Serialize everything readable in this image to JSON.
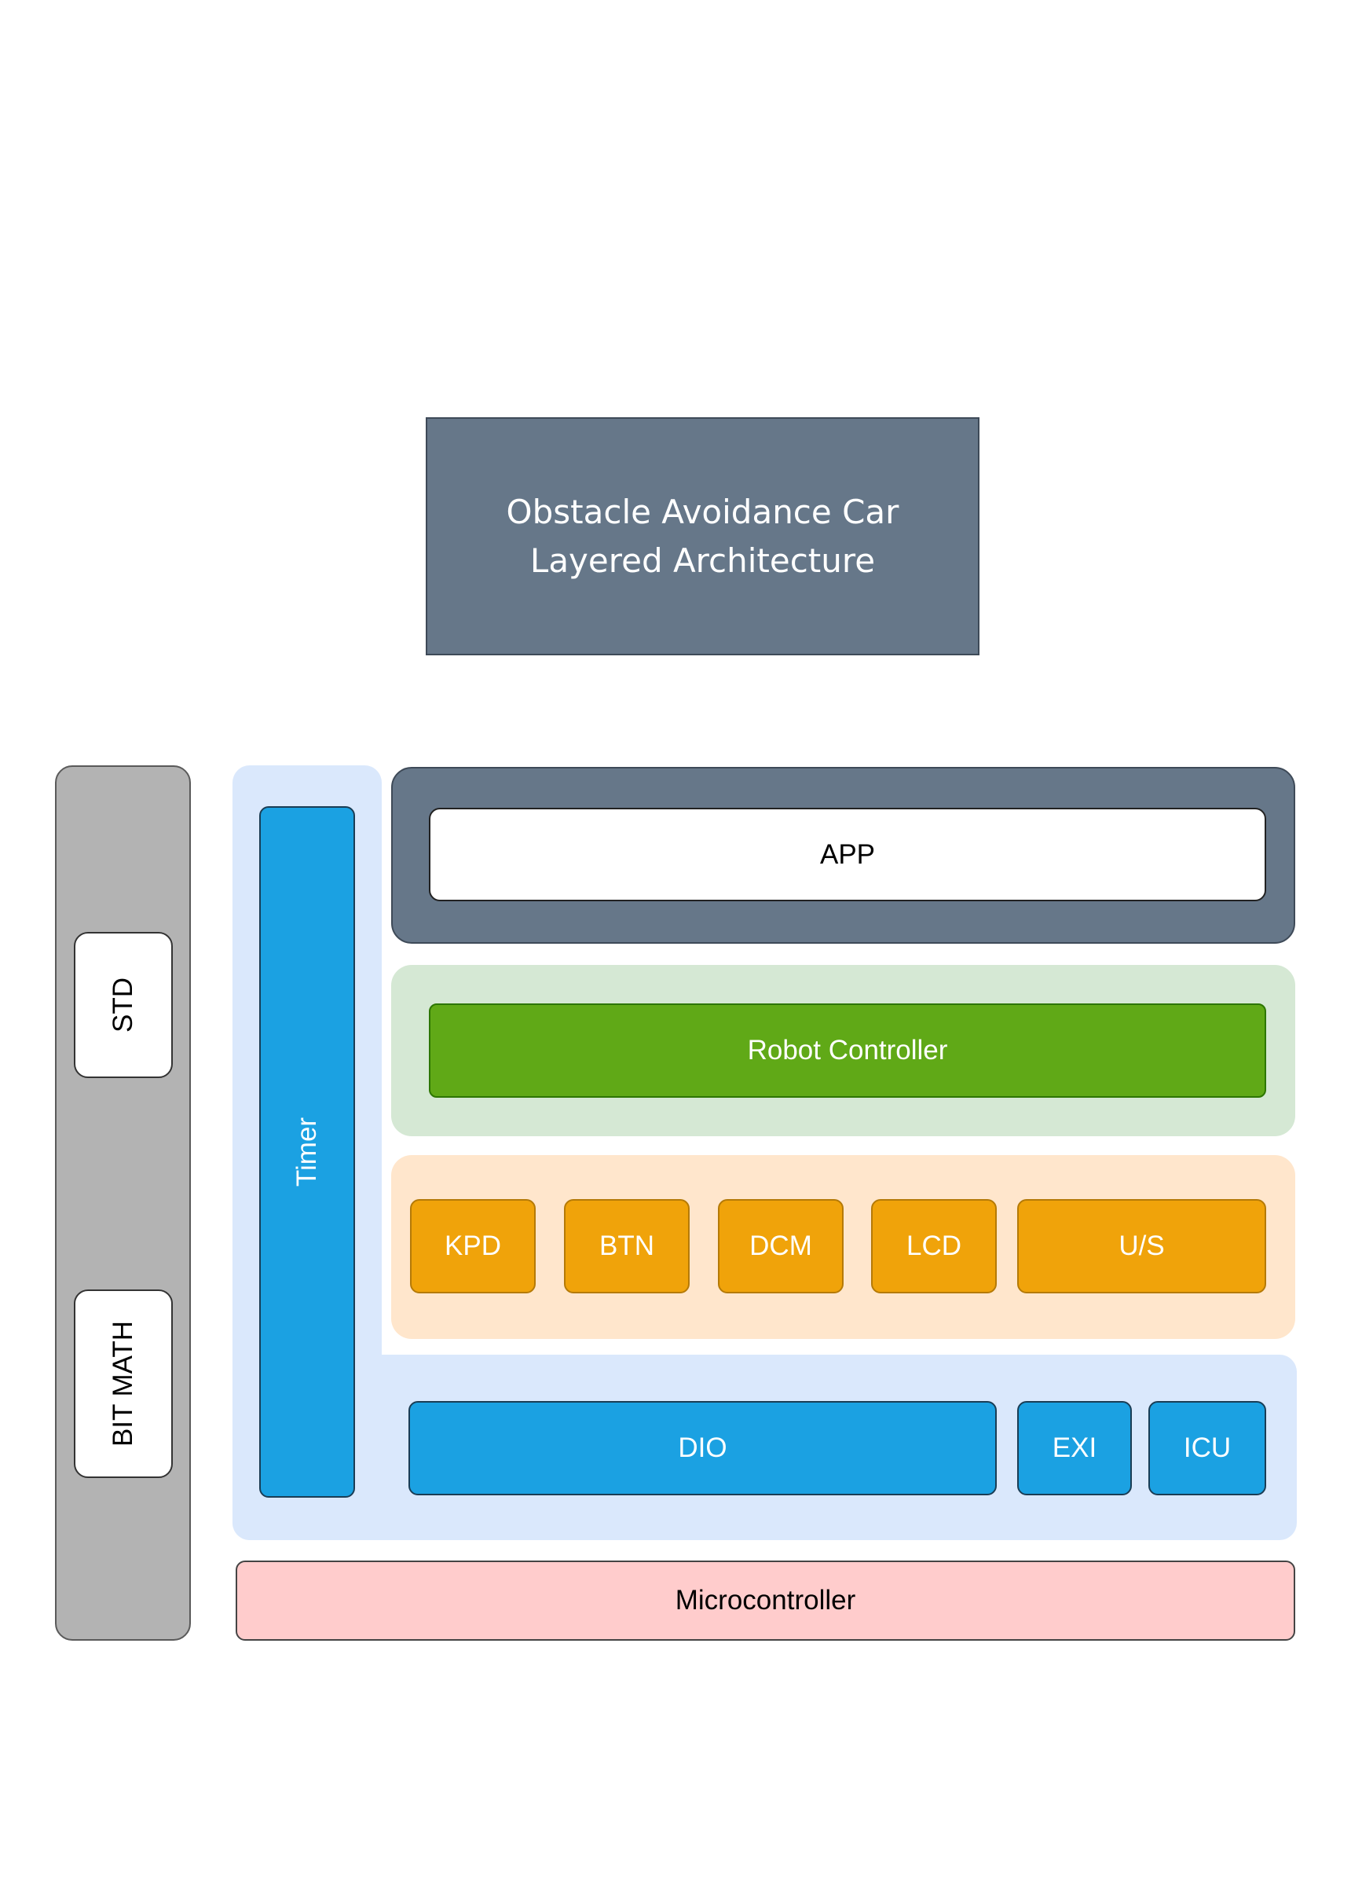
{
  "title": {
    "line1": "Obstacle Avoidance Car",
    "line2": "Layered Architecture"
  },
  "libraries": {
    "std": "STD",
    "bit_math": "BIT MATH"
  },
  "mcal": {
    "timer": "Timer",
    "drivers": [
      "DIO",
      "EXI",
      "ICU"
    ]
  },
  "app_layer": {
    "app": "APP"
  },
  "service_layer": {
    "robot_controller": "Robot Controller"
  },
  "ecual": {
    "modules": [
      "KPD",
      "BTN",
      "DCM",
      "LCD",
      "U/S"
    ]
  },
  "hardware": {
    "microcontroller": "Microcontroller"
  },
  "colors": {
    "slate": "#667789",
    "utility_gray": "#b3b3b3",
    "mcal_light_blue": "#dae8fc",
    "driver_blue": "#1ba1e2",
    "service_green_bg": "#d5e8d4",
    "controller_green": "#60a917",
    "ecual_orange_bg": "#ffe6cc",
    "module_orange": "#f0a30a",
    "microcontroller_pink": "#ffcccc"
  }
}
